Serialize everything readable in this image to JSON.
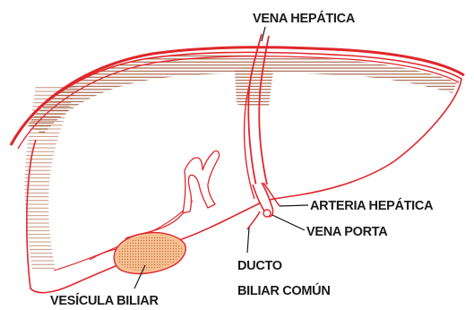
{
  "labels": {
    "hepatic_vein": "VENA HEPÁTICA",
    "hepatic_artery": "ARTERIA HEPÁTICA",
    "portal_vein": "VENA PORTA",
    "common_bile_duct_line1": "DUCTO",
    "common_bile_duct_line2": "BILIAR COMÚN",
    "gallbladder": "VESÍCULA BILIAR"
  },
  "colors": {
    "outline": "#e0262b",
    "hatch": "#a0583a",
    "gallbladder_fill": "#f2b07a",
    "leader": "#1a1a1a",
    "background": "#ffffff"
  }
}
